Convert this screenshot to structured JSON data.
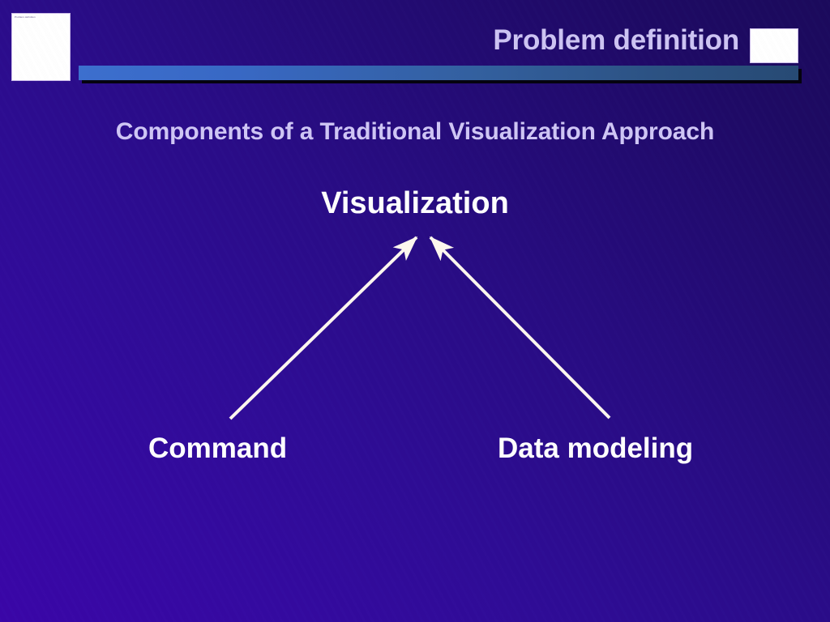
{
  "slide": {
    "title": "Problem definition",
    "subtitle": "Components of a Traditional Visualization Approach",
    "background_color_start": "#3a06a8",
    "background_color_end": "#1b0a5c",
    "title_color": "#ccc3f2",
    "subtitle_color": "#cfc6f5",
    "accent_bar_color_start": "#3c6fce",
    "accent_bar_color_end": "#274a74",
    "node_text_color": "#ffffff",
    "arrow_color": "#fdf6ee"
  },
  "thumbnails": {
    "left": {
      "caption": "Problem definition"
    },
    "right": {
      "caption": ""
    }
  },
  "diagram": {
    "nodes": [
      {
        "id": "visualization",
        "label": "Visualization"
      },
      {
        "id": "command",
        "label": "Command"
      },
      {
        "id": "data_modeling",
        "label": "Data modeling"
      }
    ],
    "arrows": [
      {
        "from": "command",
        "to": "visualization"
      },
      {
        "from": "data_modeling",
        "to": "visualization"
      }
    ]
  }
}
